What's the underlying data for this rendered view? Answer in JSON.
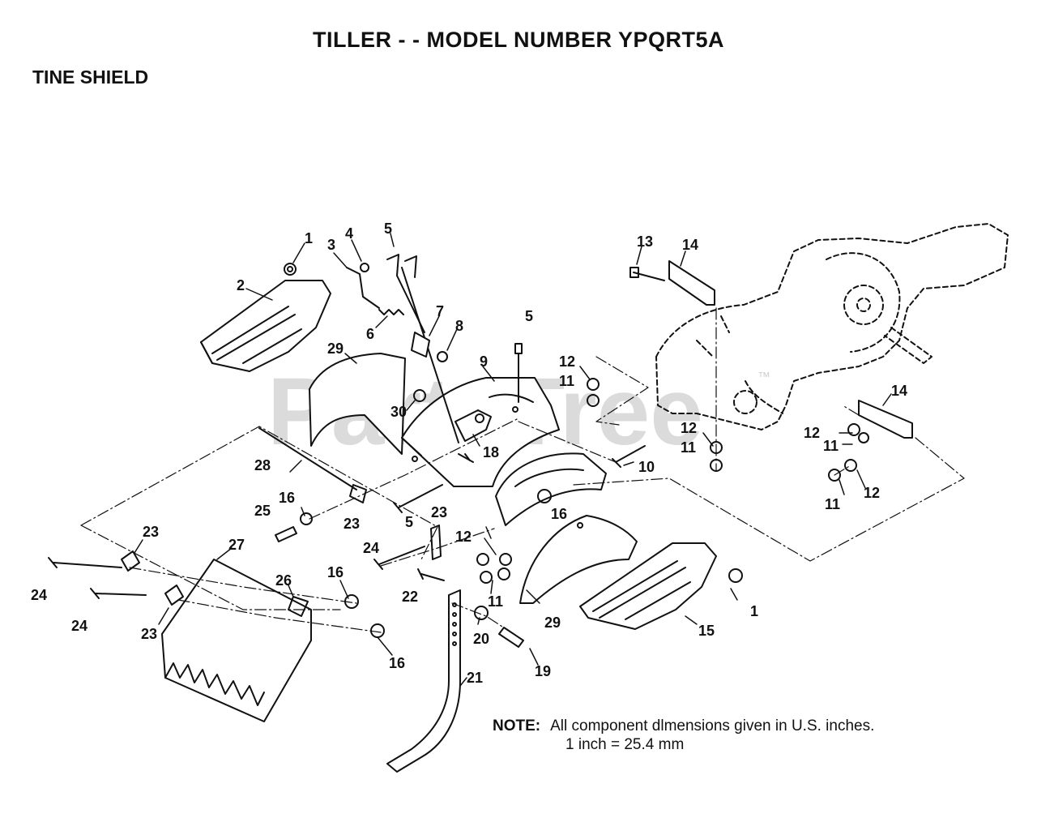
{
  "header": {
    "title": "TILLER - - MODEL NUMBER YPQRT5A",
    "subtitle": "TINE SHIELD"
  },
  "watermark": "PartsTree",
  "watermark_tm": "™",
  "note": {
    "label": "NOTE:",
    "line1": "All component dlmensions given in U.S. inches.",
    "line2": "1 inch = 25.4 mm"
  },
  "callouts": {
    "c1a": "1",
    "c2": "2",
    "c3": "3",
    "c4": "4",
    "c5a": "5",
    "c5b": "5",
    "c6": "6",
    "c7": "7",
    "c8": "8",
    "c9": "9",
    "c29a": "29",
    "c30": "30",
    "c13": "13",
    "c14a": "14",
    "c12a": "12",
    "c11a": "11",
    "c12b": "12",
    "c11b": "11",
    "c14b": "14",
    "c12c": "12",
    "c11c": "11",
    "c11d": "11",
    "c12d": "12",
    "c18": "18",
    "c10": "10",
    "c28": "28",
    "c16a": "16",
    "c25": "25",
    "c23a": "23",
    "c5c": "5",
    "c23b": "23",
    "c16b": "16",
    "c12e": "12",
    "c23c": "23",
    "c27": "27",
    "c24a": "24",
    "c24b": "24",
    "c26": "26",
    "c16c": "16",
    "c23d": "23",
    "c16d": "16",
    "c22": "22",
    "c20": "20",
    "c11e": "11",
    "c29b": "29",
    "c15": "15",
    "c1b": "1",
    "c19": "19",
    "c21": "21",
    "c24c": "24"
  },
  "colors": {
    "ink": "#111111",
    "watermark": "#cfcfcf",
    "background": "#ffffff"
  }
}
